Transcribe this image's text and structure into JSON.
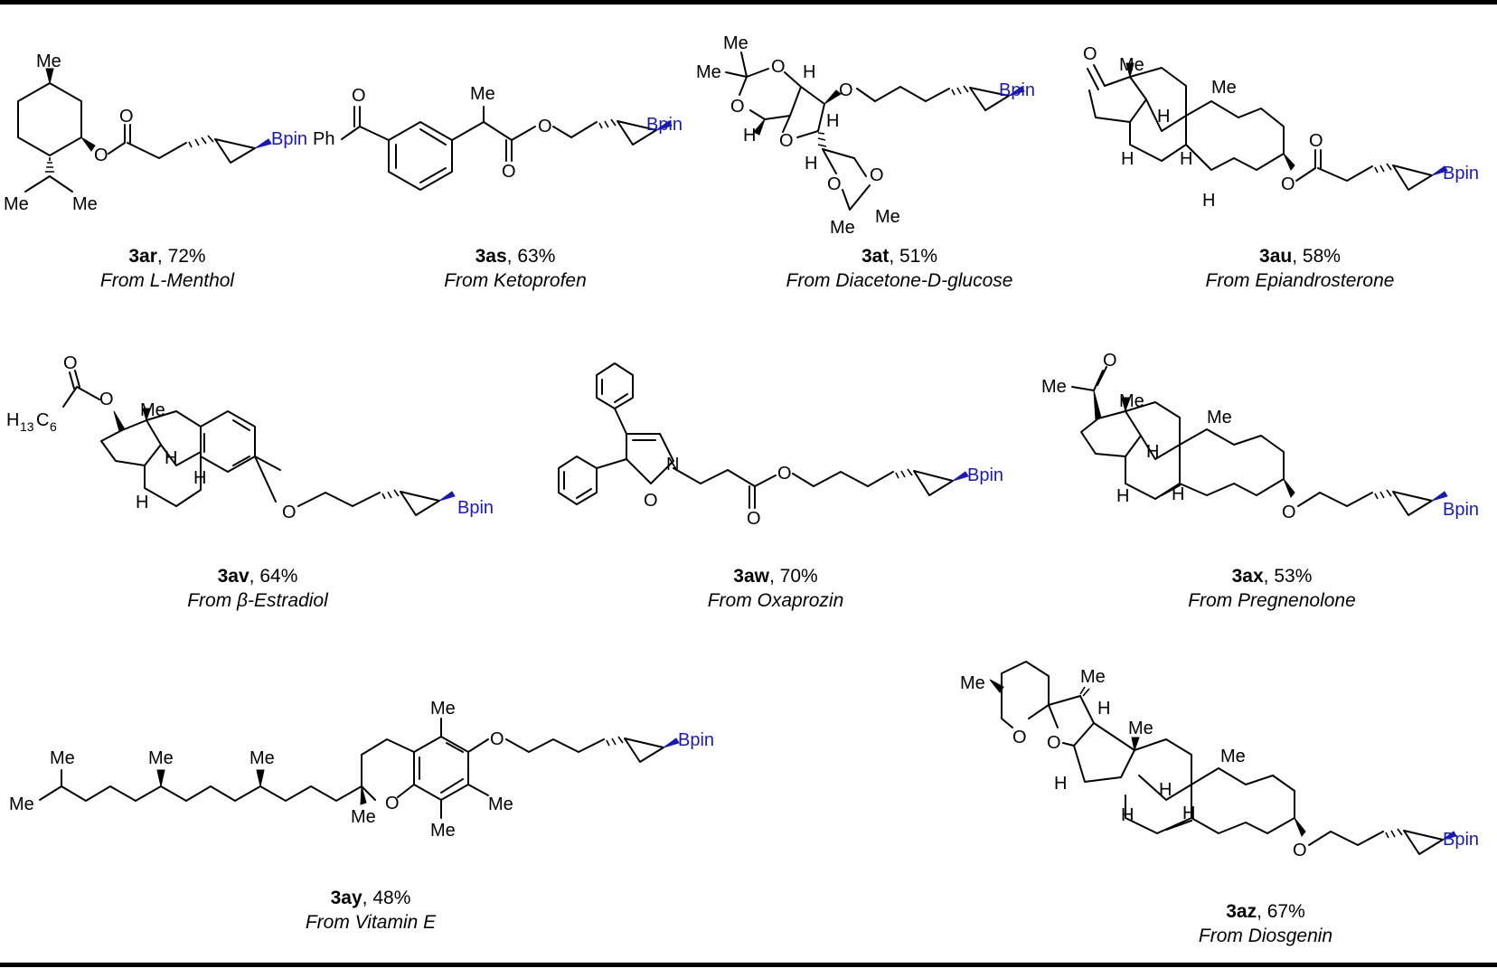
{
  "compounds": [
    {
      "id": "3ar",
      "yield": ", 72%",
      "source": "From L-Menthol"
    },
    {
      "id": "3as",
      "yield": ", 63%",
      "source": "From Ketoprofen"
    },
    {
      "id": "3at",
      "yield": ", 51%",
      "source": "From Diacetone-D-glucose"
    },
    {
      "id": "3au",
      "yield": ", 58%",
      "source": "From Epiandrosterone"
    },
    {
      "id": "3av",
      "yield": ", 64%",
      "source": "From β-Estradiol"
    },
    {
      "id": "3aw",
      "yield": ", 70%",
      "source": "From Oxaprozin"
    },
    {
      "id": "3ax",
      "yield": ", 53%",
      "source": "From Pregnenolone"
    },
    {
      "id": "3ay",
      "yield": ", 48%",
      "source": "From Vitamin E"
    },
    {
      "id": "3az",
      "yield": ", 67%",
      "source": "From Diosgenin"
    }
  ],
  "labels": {
    "me": "Me",
    "o": "O",
    "n": "N",
    "h": "H",
    "ph": "Ph",
    "bpin": "Bpin",
    "h13c6_a": "H",
    "h13c6_b": "13",
    "h13c6_c": "C",
    "h13c6_d": "6"
  },
  "colors": {
    "boron": "#1a1ab0",
    "ink": "#000000"
  }
}
